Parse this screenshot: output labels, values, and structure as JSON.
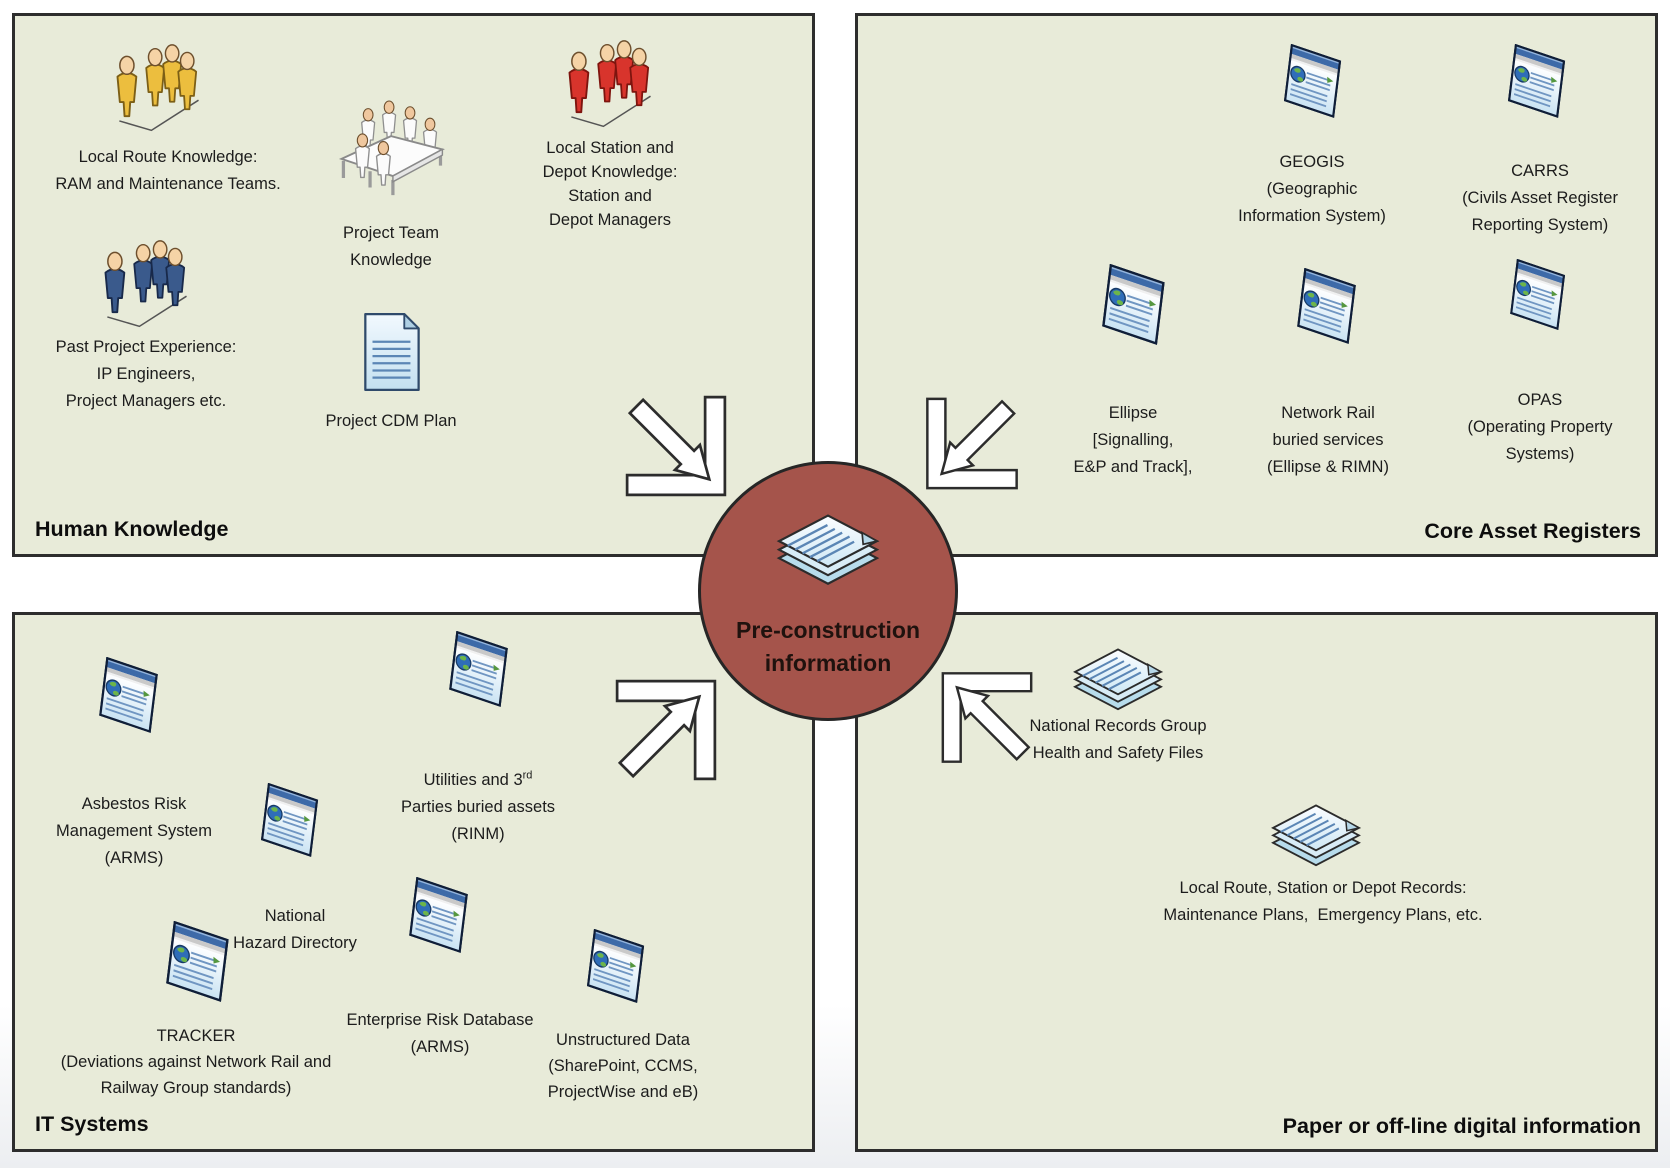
{
  "center": {
    "title_lines": [
      "Pre-construction",
      "information"
    ],
    "icon": "paper-stack-icon",
    "circle_color": "#a5544b"
  },
  "quadrants": {
    "human_knowledge": {
      "title": "Human Knowledge",
      "items": [
        {
          "icon": "people-group-yellow-icon",
          "lines": [
            "Local Route Knowledge:",
            "RAM and Maintenance Teams."
          ]
        },
        {
          "icon": "meeting-table-icon",
          "lines": [
            "Project Team",
            "Knowledge"
          ]
        },
        {
          "icon": "people-group-red-icon",
          "lines": [
            "Local Station and",
            "Depot Knowledge:",
            "Station and",
            "Depot Managers"
          ]
        },
        {
          "icon": "people-group-blue-icon",
          "lines": [
            "Past Project Experience:",
            "IP Engineers,",
            "Project Managers etc."
          ]
        },
        {
          "icon": "document-icon",
          "lines": [
            "Project CDM Plan"
          ]
        }
      ]
    },
    "core_asset_registers": {
      "title": "Core Asset Registers",
      "items": [
        {
          "icon": "app-window-icon",
          "lines": [
            "GEOGIS",
            "(Geographic",
            "Information System)"
          ]
        },
        {
          "icon": "app-window-icon",
          "lines": [
            "CARRS",
            "(Civils Asset Register",
            "Reporting System)"
          ]
        },
        {
          "icon": "app-window-icon",
          "lines": [
            "Ellipse",
            "[Signalling,",
            "E&P and Track],"
          ]
        },
        {
          "icon": "app-window-icon",
          "lines": [
            "Network Rail",
            "buried services",
            "(Ellipse & RIMN)"
          ]
        },
        {
          "icon": "app-window-icon",
          "lines": [
            "OPAS",
            "(Operating Property",
            "Systems)"
          ]
        }
      ]
    },
    "it_systems": {
      "title": "IT Systems",
      "items": [
        {
          "icon": "app-window-icon",
          "lines": [
            "Asbestos Risk",
            "Management System",
            "(ARMS)"
          ]
        },
        {
          "icon": "app-window-icon",
          "lines": [
            "National",
            "Hazard Directory"
          ]
        },
        {
          "icon": "app-window-icon",
          "line1": {
            "pre": "Utilities and 3",
            "sup": "rd"
          },
          "lines": [
            "Parties buried assets",
            "(RINM)"
          ]
        },
        {
          "icon": "app-window-icon",
          "lines": [
            "Enterprise Risk Database",
            "(ARMS)"
          ]
        },
        {
          "icon": "app-window-icon",
          "lines": [
            "TRACKER",
            "(Deviations against Network Rail and",
            "Railway Group standards)"
          ]
        },
        {
          "icon": "app-window-icon",
          "lines": [
            "Unstructured Data",
            "(SharePoint, CCMS,",
            "ProjectWise and eB)"
          ]
        }
      ]
    },
    "paper_offline": {
      "title": "Paper or off-line digital information",
      "items": [
        {
          "icon": "paper-stack-icon",
          "lines": [
            "National Records Group",
            "Health and Safety Files"
          ]
        },
        {
          "icon": "paper-stack-icon",
          "lines": [
            "Local Route, Station or Depot Records:",
            "Maintenance Plans,  Emergency Plans, etc."
          ]
        }
      ]
    }
  },
  "colors": {
    "panel_bg": "#e8ebd9",
    "panel_border": "#2d2d2d",
    "circle_fill": "#a5544b",
    "arrow_fill": "#ffffff",
    "text": "#1c1c1c"
  }
}
